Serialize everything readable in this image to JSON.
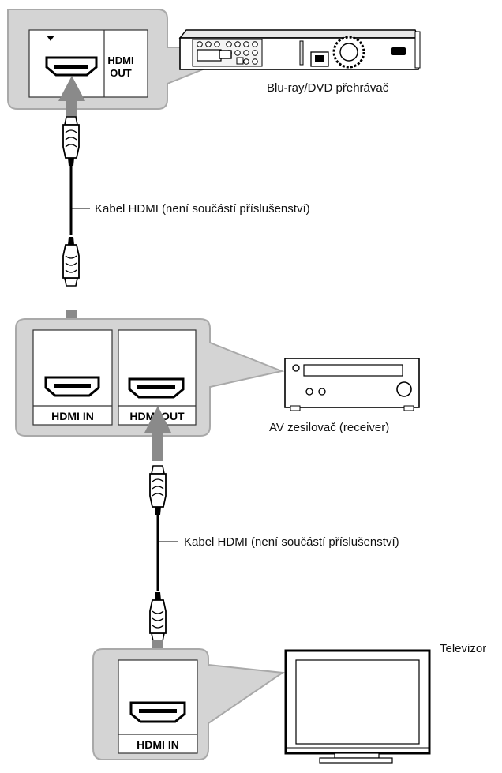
{
  "devices": {
    "player": "Blu-ray/DVD přehrávač",
    "amplifier": "AV zesilovač (receiver)",
    "tv": "Televizor"
  },
  "cables": {
    "top": "Kabel HDMI (není součástí příslušenství)",
    "bottom": "Kabel HDMI (není součástí příslušenství)"
  },
  "ports": {
    "player_out_line1": "HDMI",
    "player_out_line2": "OUT",
    "amp_in": "HDMI IN",
    "amp_out": "HDMI OUT",
    "tv_in": "HDMI IN"
  },
  "colors": {
    "callout_fill": "#d4d4d4",
    "callout_stroke": "#a9a9a9",
    "arrow": "#8a8a8a"
  }
}
